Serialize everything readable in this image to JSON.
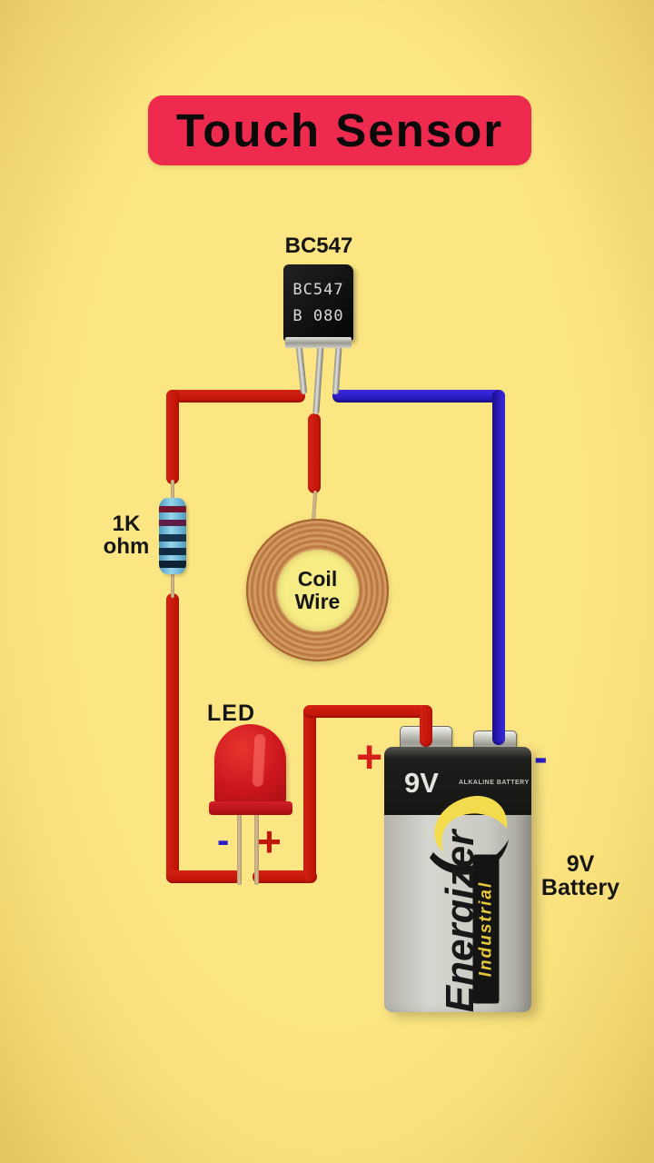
{
  "title": {
    "text": "Touch Sensor"
  },
  "labels": {
    "transistor": "BC547",
    "resistor_line1": "1K",
    "resistor_line2": "ohm",
    "coil_line1": "Coil",
    "coil_line2": "Wire",
    "led": "LED",
    "led_minus": "-",
    "led_plus": "+",
    "battery_plus": "+",
    "battery_minus": "-",
    "battery_line1": "9V",
    "battery_line2": "Battery"
  },
  "transistor_print": {
    "line1": "BC547",
    "line2": "B 080"
  },
  "battery_print": {
    "voltage": "9V",
    "type": "ALKALINE BATTERY",
    "brand": "Energizer",
    "series": "Industrial"
  },
  "colors": {
    "background": "#FBE27B",
    "title_box": "#EE2B4E",
    "wire_red": "#C2170C",
    "wire_blue": "#2B1EC8",
    "transistor_body": "#141414",
    "resistor_body": "#7CC4E0",
    "coil_copper": "#C98A55",
    "coil_center": "#F6EC85",
    "led_red": "#CC161E",
    "battery_silver": "#C8C8C2",
    "battery_black": "#1D1D1B",
    "energizer_yellow": "#EFD447"
  }
}
